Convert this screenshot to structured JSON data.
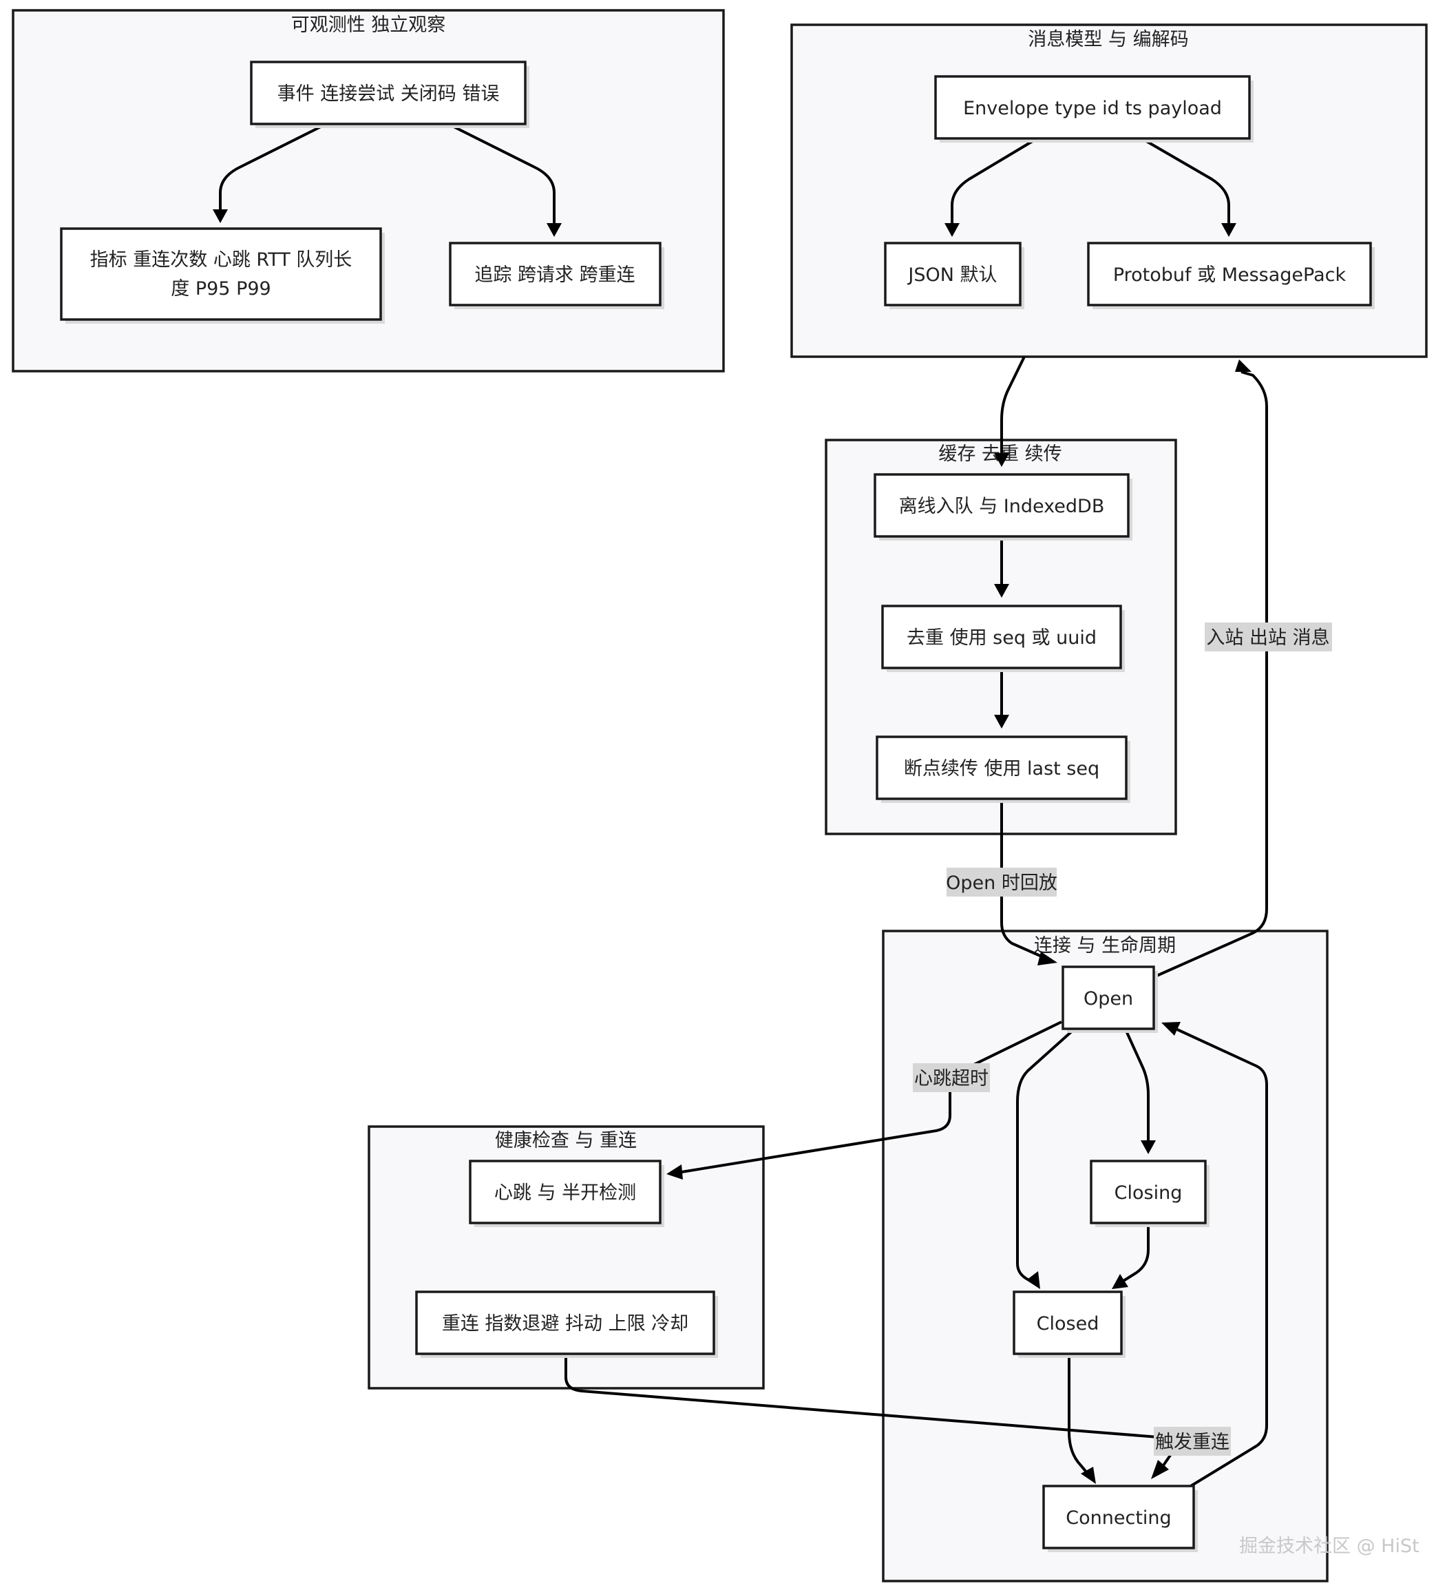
{
  "clusters": {
    "observability": "可观测性 独立观察",
    "message_model": "消息模型 与 编解码",
    "cache": "缓存 去重 续传",
    "lifecycle": "连接 与 生命周期",
    "health": "健康检查 与 重连"
  },
  "nodes": {
    "events": "事件 连接尝试 关闭码 错误",
    "metrics_line1": "指标 重连次数 心跳 RTT 队列长",
    "metrics_line2": "度 P95 P99",
    "tracing": "追踪 跨请求 跨重连",
    "envelope": "Envelope type id ts payload",
    "json": "JSON 默认",
    "protobuf": "Protobuf 或 MessagePack",
    "offline_queue": "离线入队 与 IndexedDB",
    "dedup": "去重 使用 seq 或 uuid",
    "resume": "断点续传 使用 last seq",
    "open": "Open",
    "closing": "Closing",
    "closed": "Closed",
    "connecting": "Connecting",
    "heartbeat": "心跳 与 半开检测",
    "reconnect": "重连 指数退避 抖动 上限 冷却"
  },
  "edge_labels": {
    "messages": "入站 出站 消息",
    "replay": "Open 时回放",
    "heartbeat_timeout": "心跳超时",
    "trigger_reconnect": "触发重连"
  },
  "watermark": "掘金技术社区 @ HiSt"
}
